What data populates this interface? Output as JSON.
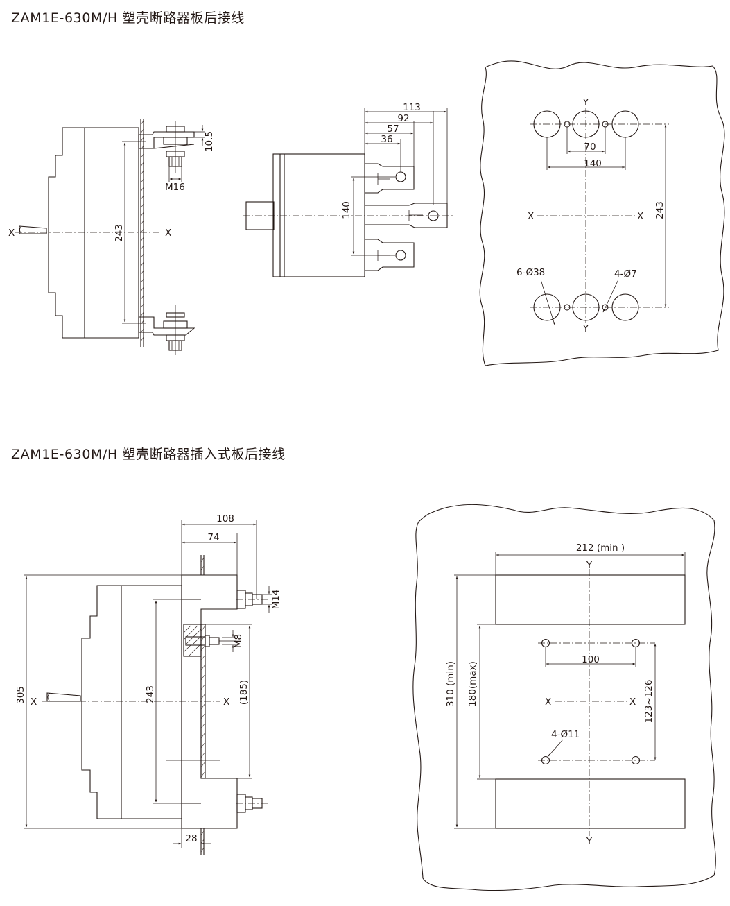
{
  "headings": {
    "board_rear": "ZAM1E-630M/H 塑壳断路器板后接线",
    "plugin_rear": "ZAM1E-630M/H 塑壳断路器插入式板后接线"
  },
  "top_side_view": {
    "axis_left": "X",
    "axis_right": "X",
    "dim_height": "243",
    "dim_thread": "M16",
    "dim_offset": "10.5"
  },
  "top_terminal_view": {
    "dim_113": "113",
    "dim_92": "92",
    "dim_57": "57",
    "dim_36": "36",
    "dim_140": "140"
  },
  "top_panel_cutout": {
    "axis_y_top": "Y",
    "axis_y_bottom": "Y",
    "axis_x_left": "X",
    "axis_x_right": "X",
    "dim_70": "70",
    "dim_140": "140",
    "dim_243": "243",
    "label_big_holes": "6-Ø38",
    "label_small_holes": "4-Ø7"
  },
  "bottom_side_view": {
    "dim_108": "108",
    "dim_74": "74",
    "dim_m14": "M14",
    "dim_m8": "M8",
    "dim_305": "305",
    "dim_243": "243",
    "dim_185": "(185)",
    "dim_28": "28",
    "axis_left": "X",
    "axis_right": "X"
  },
  "bottom_panel_cutout": {
    "dim_212": "212 (min )",
    "axis_y_top": "Y",
    "axis_y_bottom": "Y",
    "dim_310": "310 (min)",
    "dim_180": "180(max)",
    "dim_100": "100",
    "axis_x_left": "X",
    "axis_x_right": "X",
    "dim_123": "123~126",
    "label_holes": "4-Ø11"
  }
}
